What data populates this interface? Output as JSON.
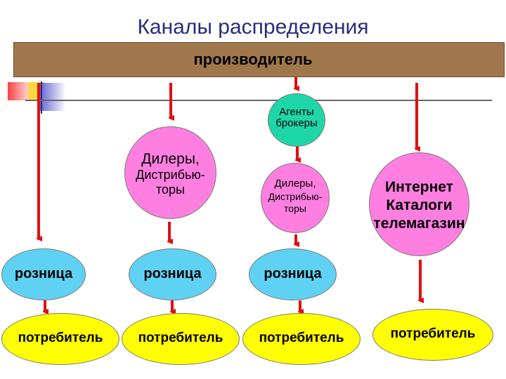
{
  "title": "Каналы распределения",
  "producer": "производитель",
  "agents": {
    "line1": "Агенты",
    "line2": "брокеры"
  },
  "dealers1": {
    "line1": "Дилеры,",
    "line2": "Дистрибью-",
    "line3": "торы"
  },
  "dealers2": {
    "line1": "Дилеры,",
    "line2": "Дистрибью-",
    "line3": "торы"
  },
  "internet": {
    "line1": "Интернет",
    "line2": "Каталоги",
    "line3": "телемагазин"
  },
  "retail": [
    "розница",
    "розница",
    "розница"
  ],
  "consumer": [
    "потребитель",
    "потребитель",
    "потребитель",
    "потребитель"
  ],
  "colors": {
    "producer_bar": "#a0774c",
    "magenta": "#ff7fe0",
    "teal": "#1fd6a8",
    "blue": "#5fd1f2",
    "yellow": "#ffff00",
    "arrow": "#e01010"
  }
}
